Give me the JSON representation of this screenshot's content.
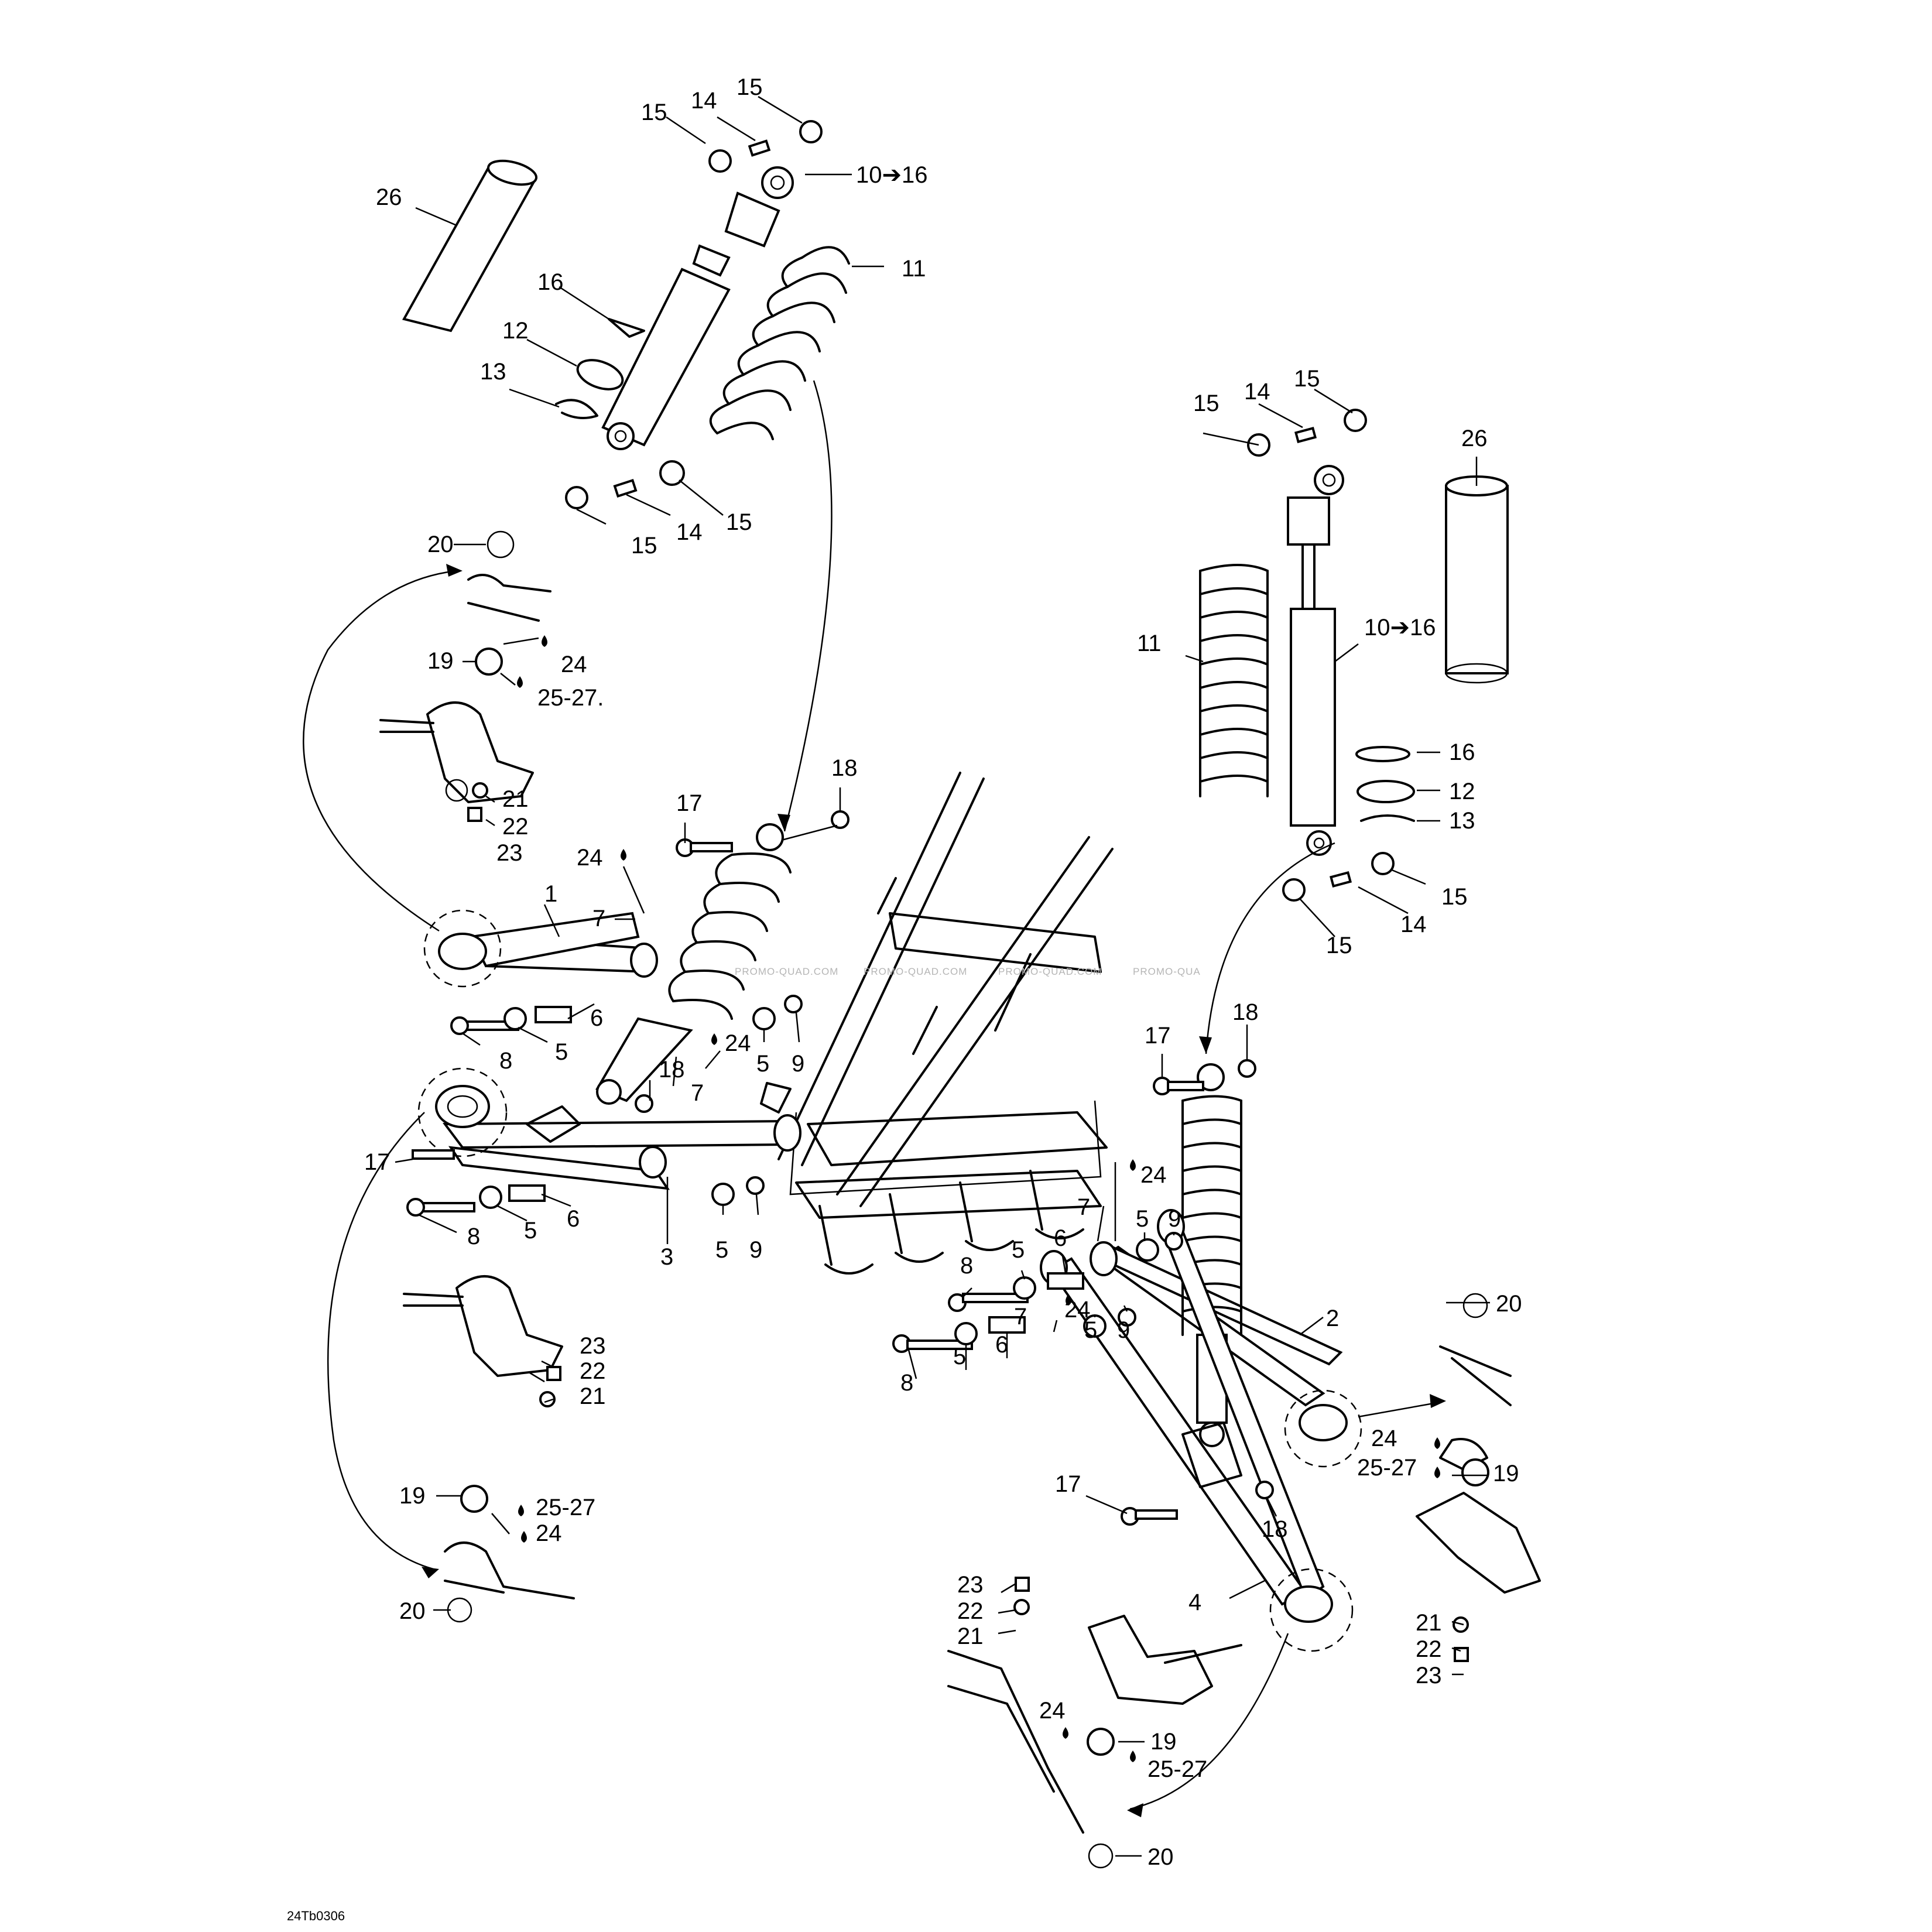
{
  "diagram": {
    "code": "24Tb0306",
    "watermark": "PROMO-QUAD.COM",
    "watermark_cut": "PROMO-QUA"
  },
  "callouts": {
    "c1": "1",
    "c2": "2",
    "c3": "3",
    "c4": "4",
    "c5": "5",
    "c6": "6",
    "c7": "7",
    "c8": "8",
    "c9": "9",
    "c10_16": "10➔16",
    "c11": "11",
    "c12": "12",
    "c13": "13",
    "c14": "14",
    "c15": "15",
    "c16": "16",
    "c17": "17",
    "c18": "18",
    "c19": "19",
    "c20": "20",
    "c21": "21",
    "c22": "22",
    "c23": "23",
    "c24": "24",
    "c25_27": "25-27",
    "c25_27_dot": "25-27.",
    "c26": "26"
  }
}
